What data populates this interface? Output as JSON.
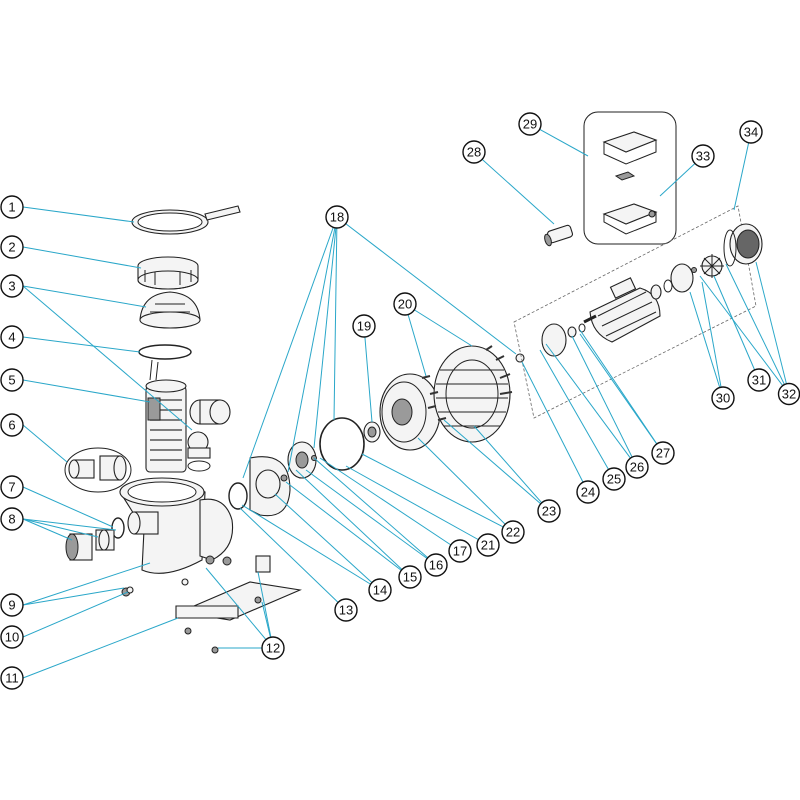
{
  "colors": {
    "leader": "#2aa7c9",
    "outline": "#111111",
    "background": "#ffffff"
  },
  "callouts": [
    {
      "id": "1",
      "label": "1"
    },
    {
      "id": "2",
      "label": "2"
    },
    {
      "id": "3",
      "label": "3"
    },
    {
      "id": "4",
      "label": "4"
    },
    {
      "id": "5",
      "label": "5"
    },
    {
      "id": "6",
      "label": "6"
    },
    {
      "id": "7",
      "label": "7"
    },
    {
      "id": "8",
      "label": "8"
    },
    {
      "id": "9",
      "label": "9"
    },
    {
      "id": "10",
      "label": "10"
    },
    {
      "id": "11",
      "label": "11"
    },
    {
      "id": "12",
      "label": "12"
    },
    {
      "id": "13",
      "label": "13"
    },
    {
      "id": "14",
      "label": "14"
    },
    {
      "id": "15",
      "label": "15"
    },
    {
      "id": "16",
      "label": "16"
    },
    {
      "id": "17",
      "label": "17"
    },
    {
      "id": "18",
      "label": "18"
    },
    {
      "id": "19",
      "label": "19"
    },
    {
      "id": "20",
      "label": "20"
    },
    {
      "id": "21",
      "label": "21"
    },
    {
      "id": "22",
      "label": "22"
    },
    {
      "id": "23",
      "label": "23"
    },
    {
      "id": "24",
      "label": "24"
    },
    {
      "id": "25",
      "label": "25"
    },
    {
      "id": "26",
      "label": "26"
    },
    {
      "id": "27",
      "label": "27"
    },
    {
      "id": "28",
      "label": "28"
    },
    {
      "id": "29",
      "label": "29"
    },
    {
      "id": "30",
      "label": "30"
    },
    {
      "id": "31",
      "label": "31"
    },
    {
      "id": "32",
      "label": "32"
    },
    {
      "id": "33",
      "label": "33"
    },
    {
      "id": "34",
      "label": "34"
    }
  ]
}
